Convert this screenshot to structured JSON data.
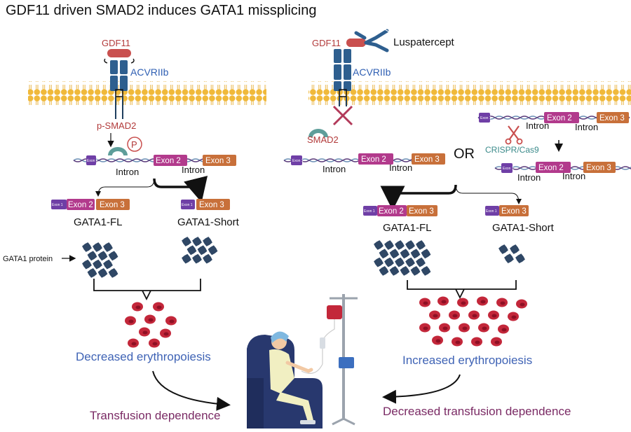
{
  "title": "GDF11 driven SMAD2 induces GATA1 missplicing",
  "left": {
    "ligand": "GDF11",
    "receptor": "ACVRIIb",
    "signal": "p-SMAD2",
    "phospho": "P",
    "intron_label": "Intron",
    "exon1": "Exon 1",
    "exon2": "Exon 2",
    "exon3": "Exon 3",
    "isoform_fl": "GATA1-FL",
    "isoform_short": "GATA1-Short",
    "protein_label": "GATA1 protein",
    "outcome": "Decreased erythropoiesis",
    "clinical": "Transfusion dependence"
  },
  "right": {
    "ligand": "GDF11",
    "drug": "Luspatercept",
    "receptor": "ACVRIIb",
    "signal": "SMAD2",
    "or_label": "OR",
    "editing": "CRISPR/Cas9",
    "intron_label": "Intron",
    "exon1": "Exon 1",
    "exon2": "Exon 2",
    "exon3": "Exon 3",
    "isoform_fl": "GATA1-FL",
    "isoform_short": "GATA1-Short",
    "outcome": "Increased erythropoiesis",
    "clinical": "Decreased transfusion dependence"
  },
  "colors": {
    "membrane": "#f0b93a",
    "receptor": "#2e5f8f",
    "ligand": "#c9504f",
    "smad": "#5e9e9a",
    "exon1": "#6f3fa6",
    "exon2": "#b23a8c",
    "exon3": "#c8703a",
    "protein": "#2f4765",
    "rbc": "#c3273a",
    "blocked": "#b23a5a",
    "chair": "#28386e"
  },
  "icons": [
    "scissors-icon",
    "iv-drip-icon",
    "patient-icon",
    "antibody-icon"
  ]
}
